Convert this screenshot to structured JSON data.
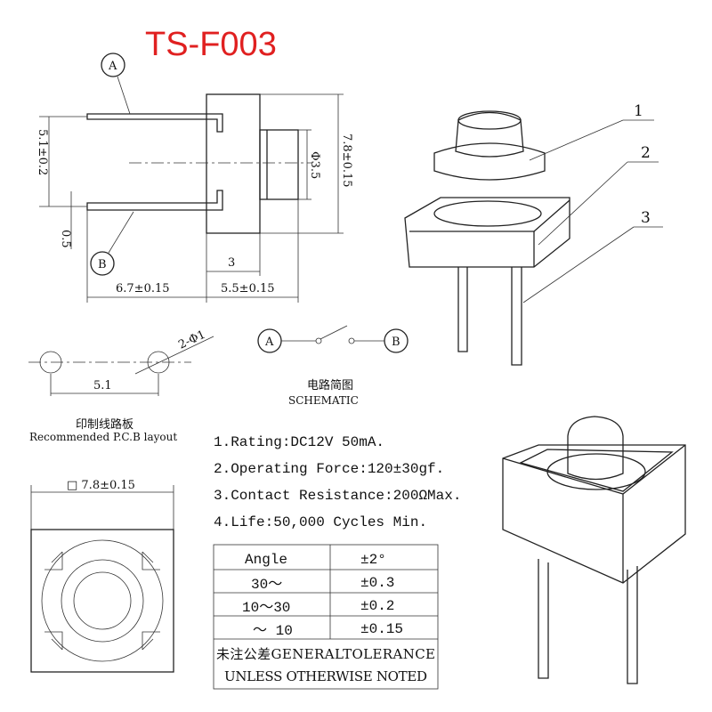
{
  "title": "TS-F003",
  "colors": {
    "title": "#e02020",
    "lines": "#222222"
  },
  "side_view": {
    "callout_a": "A",
    "callout_b": "B",
    "dim_pin_pitch": "5.1±0.2",
    "dim_pin_thickness": "0.5",
    "dim_height": "7.8±0.15",
    "dim_actuator_dia": "Φ3.5",
    "dim_actuator_len": "3",
    "dim_pin_len": "6.7±0.15",
    "dim_body": "5.5±0.15"
  },
  "exploded_view": {
    "parts": [
      "1",
      "2",
      "3"
    ]
  },
  "pcb_layout": {
    "hole_label": "2-Φ1",
    "pitch": "5.1",
    "title_cn": "印制线路板",
    "title_en": "Recommended P.C.B layout"
  },
  "schematic": {
    "terminal_a": "A",
    "terminal_b": "B",
    "title_cn": "电路简图",
    "title_en": "SCHEMATIC"
  },
  "specs": [
    "1.Rating:DC12V 50mA.",
    "2.Operating Force:120±30gf.",
    "3.Contact Resistance:200ΩMax.",
    "4.Life:50,000 Cycles Min."
  ],
  "top_view": {
    "dim": "□ 7.8±0.15"
  },
  "tolerance_table": {
    "rows": [
      [
        "Angle",
        "±2°"
      ],
      [
        "30～",
        "±0.3"
      ],
      [
        "10～30",
        "±0.2"
      ],
      [
        "～ 10",
        "±0.15"
      ]
    ],
    "note_line1": "未注公差GENERALTOLERANCE",
    "note_line2": "UNLESS OTHERWISE NOTED"
  }
}
